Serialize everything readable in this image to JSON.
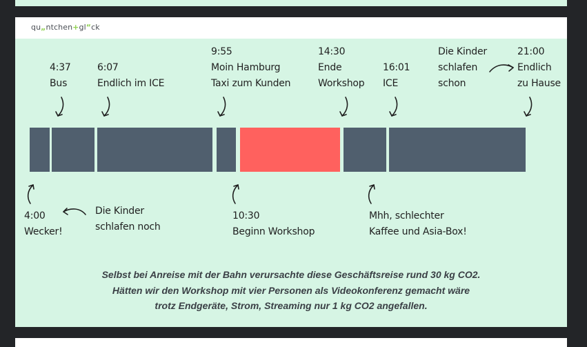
{
  "logo": {
    "a": "qu",
    "b": "„",
    "c": "ntchen",
    "d": "+",
    "e": "gl",
    "f": "“",
    "g": "ck"
  },
  "timeline": {
    "labels_top": [
      {
        "text": "4:37\nBus"
      },
      {
        "text": "6:07\nEndlich im ICE"
      },
      {
        "text": "9:55\nMoin Hamburg\nTaxi zum Kunden"
      },
      {
        "text": "14:30\nEnde\nWorkshop"
      },
      {
        "text": "16:01\nICE"
      },
      {
        "text": "Die Kinder\nschlafen\nschon"
      },
      {
        "text": "21:00\nEndlich\nzu Hause"
      }
    ],
    "labels_bottom": [
      {
        "text": "4:00\nWecker!"
      },
      {
        "text": "Die Kinder\nschlafen noch"
      },
      {
        "text": "10:30\nBeginn Workshop"
      },
      {
        "text": "Mhh, schlechter\nKaffee und Asia-Box!"
      }
    ]
  },
  "caption": [
    "Selbst bei Anreise mit der Bahn verursachte diese Geschäftsreise rund 30 kg CO2.",
    "Hätten wir den Workshop mit vier Personen als Videokonferenz gemacht wäre",
    "trotz Endgeräte, Strom, Streaming nur 1 kg CO2 angefallen."
  ],
  "colors": {
    "background": "#d6f5e4",
    "segment": "#505f6e",
    "highlight": "#ff615e"
  },
  "icons": {
    "arrow": "curved-arrow-icon"
  }
}
